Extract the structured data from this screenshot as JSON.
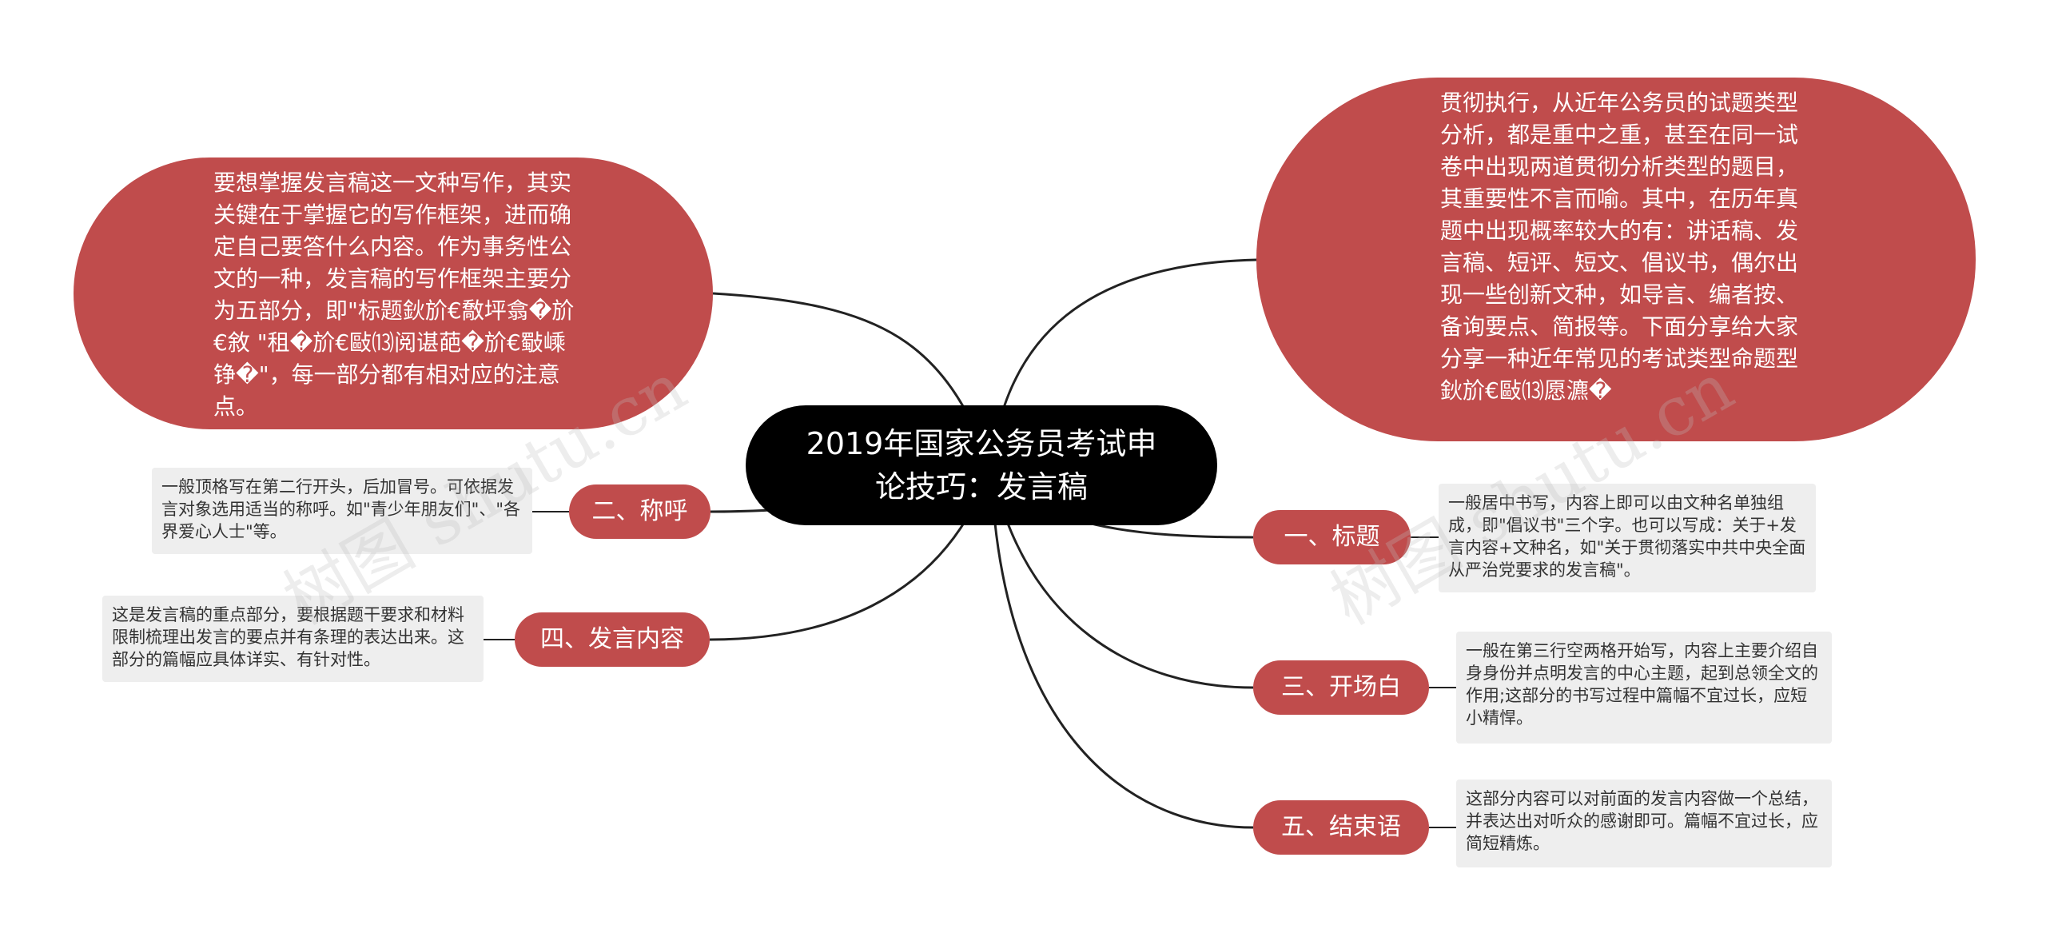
{
  "center_title": "2019年国家公务员考试申论技巧：发言稿",
  "bubble_left": "要想掌握发言稿这一文种写作，其实关键在于掌握它的写作框架，进而确定自己要答什么内容。作为事务性公文的一种，发言稿的写作框架主要分为五部分，即\"标题鈥斺€敿坪翕�斺€敘 \"租�斺€敺⒀阅谌葩�斺€斀嵊铮�\"，每一部分都有相对应的注意点。",
  "bubble_right": "贯彻执行，从近年公务员的试题类型分析，都是重中之重，甚至在同一试卷中出现两道贯彻分析类型的题目，其重要性不言而喻。其中，在历年真题中出现概率较大的有：讲话稿、发言稿、短评、短文、倡议书，偶尔出现一些创新文种，如导言、编者按、备询要点、简报等。下面分享给大家分享一种近年常见的考试类型命题型鈥斺€敺⒀愿瀌�",
  "branches": {
    "b1": {
      "label": "一、标题",
      "note": "一般居中书写，内容上即可以由文种名单独组成，即\"倡议书\"三个字。也可以写成：关于+发言内容+文种名，如\"关于贯彻落实中共中央全面从严治党要求的发言稿\"。"
    },
    "b2": {
      "label": "二、称呼",
      "note": "一般顶格写在第二行开头，后加冒号。可依据发言对象选用适当的称呼。如\"青少年朋友们\"、\"各界爱心人士\"等。"
    },
    "b3": {
      "label": "三、开场白",
      "note": "一般在第三行空两格开始写，内容上主要介绍自身身份并点明发言的中心主题，起到总领全文的作用;这部分的书写过程中篇幅不宜过长，应短小精悍。"
    },
    "b4": {
      "label": "四、发言内容",
      "note": "这是发言稿的重点部分，要根据题干要求和材料限制梳理出发言的要点并有条理的表达出来。这部分的篇幅应具体详实、有针对性。"
    },
    "b5": {
      "label": "五、结束语",
      "note": "这部分内容可以对前面的发言内容做一个总结，并表达出对听众的感谢即可。篇幅不宜过长，应简短精炼。"
    }
  },
  "watermark": "树图 shutu.cn",
  "colors": {
    "branch": "#c04c4c",
    "center": "#000000",
    "note_bg": "#eeeeee",
    "line": "#222222"
  }
}
